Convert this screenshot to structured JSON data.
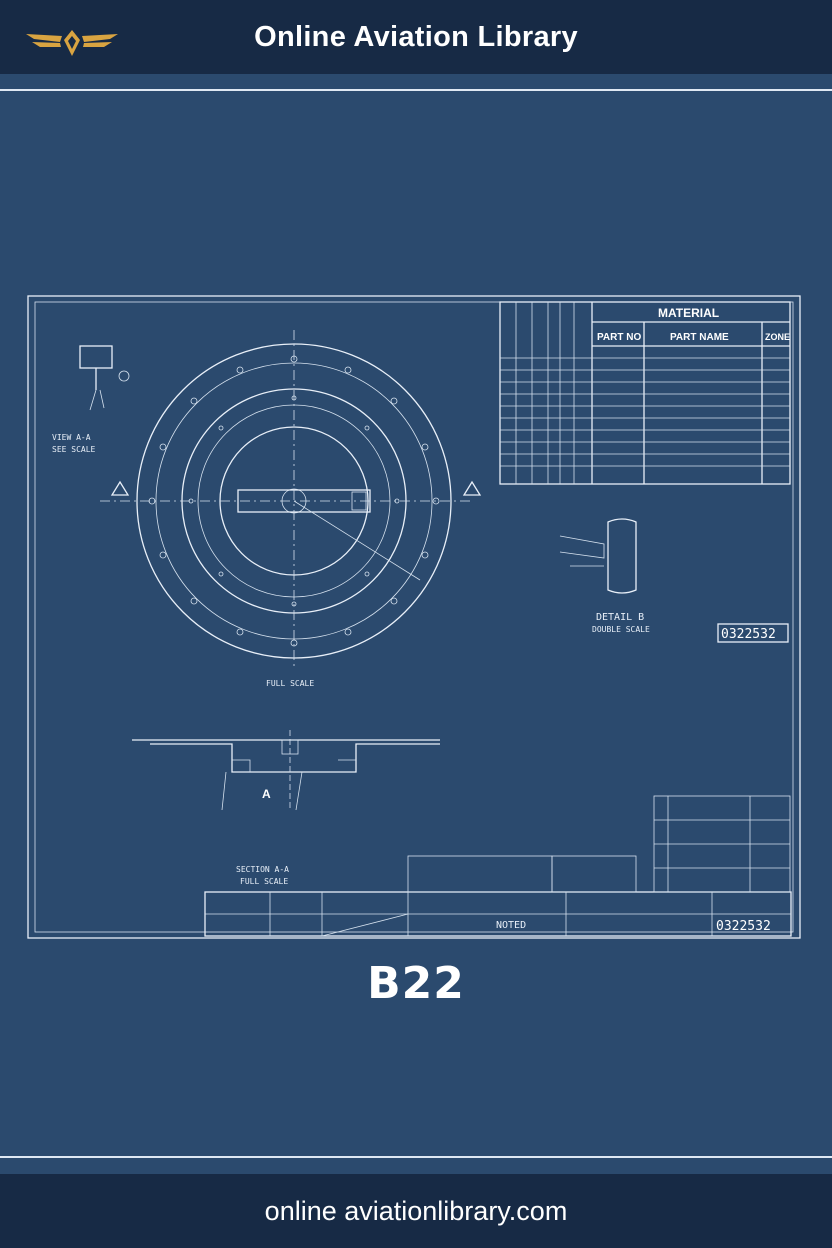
{
  "header": {
    "title": "Online Aviation Library",
    "logo_icon": "winged-emblem-icon"
  },
  "footer": {
    "url": "online aviationlibrary.com"
  },
  "drawing": {
    "material_header": "MATERIAL",
    "col_part_no": "PART NO",
    "col_part_name": "PART NAME",
    "col_zone": "ZONE",
    "drawing_number": "0322532",
    "drawing_number_block": "0322532",
    "full_scale": "FULL SCALE",
    "noted": "NOTED",
    "view_label": "VIEW A-A",
    "view_scale": "SEE SCALE",
    "detail_label": "DETAIL B",
    "detail_scale": "DOUBLE SCALE",
    "section_label": "SECTION A-A",
    "section_scale": "FULL SCALE",
    "section_marker": "A"
  },
  "model": "B22",
  "colors": {
    "background": "#2b4a6e",
    "bar": "#172a45",
    "line": "#e8eff8",
    "logo": "#d9a441"
  }
}
